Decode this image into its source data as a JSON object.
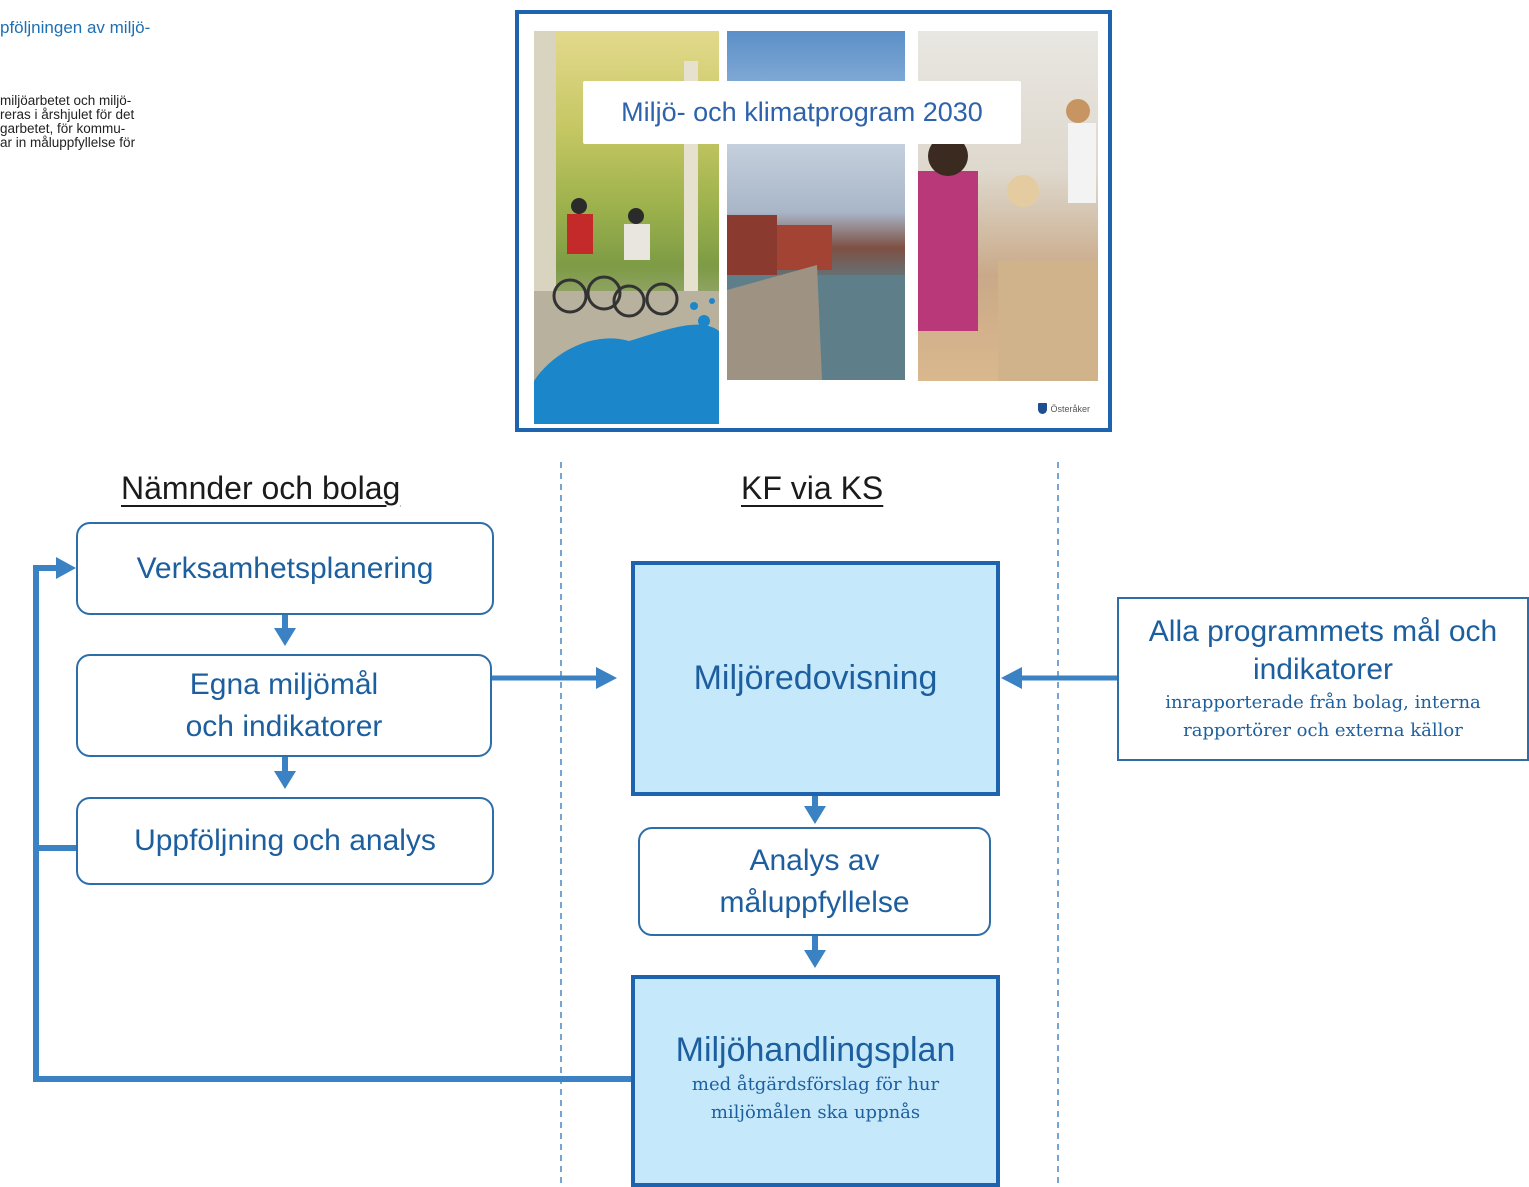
{
  "top_left": {
    "heading": "pföljningen av miljö-",
    "lines": [
      "miljöarbetet och miljö-",
      "reras i årshjulet för det",
      "garbetet, för kommu-",
      "ar in måluppfyllelse för"
    ]
  },
  "cover": {
    "title": "Miljö- och klimatprogram 2030",
    "logo_text": "Österåker"
  },
  "columns": {
    "left_header": "Nämnder och bolag",
    "middle_header": "KF via KS"
  },
  "left_flow": {
    "box1": "Verksamhetsplanering",
    "box2_line1": "Egna miljömål",
    "box2_line2": "och indikatorer",
    "box3": "Uppföljning och analys"
  },
  "middle_flow": {
    "miljoredovisning": "Miljöredovisning",
    "analys_line1": "Analys av",
    "analys_line2": "måluppfyllelse",
    "handlingsplan_title": "Miljöhandlingsplan",
    "handlingsplan_sub1": "med åtgärdsförslag för hur",
    "handlingsplan_sub2": "miljömålen ska uppnås"
  },
  "right_box": {
    "title_line1": "Alla programmets mål och",
    "title_line2": "indikatorer",
    "sub_line1": "inrapporterade från bolag, interna",
    "sub_line2": "rapportörer och externa källor"
  },
  "colors": {
    "accent": "#1d63ad",
    "arrow": "#3b82c4",
    "box_fill": "#c6e8fb",
    "text": "#1d5f9e"
  }
}
